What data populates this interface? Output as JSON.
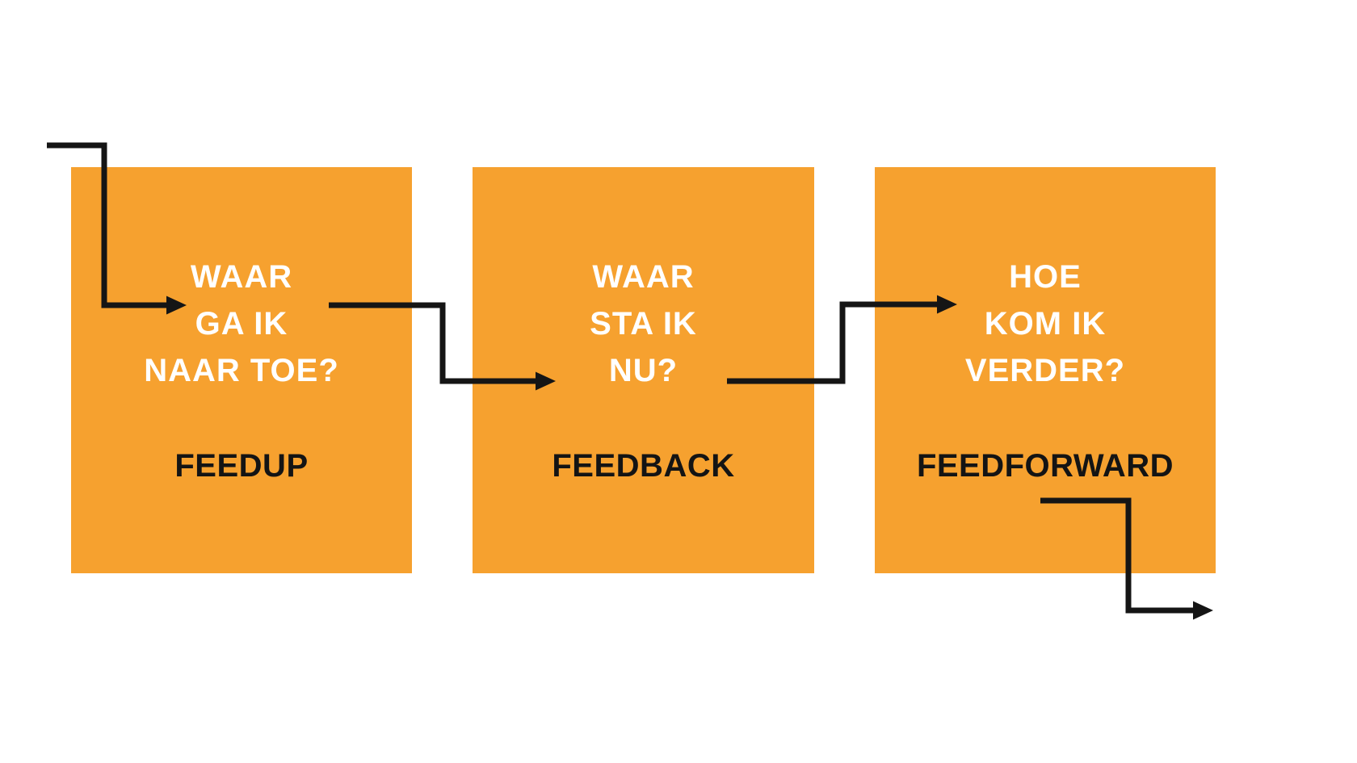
{
  "colors": {
    "background": "#ffffff",
    "box_fill": "#f6a12f",
    "question_text": "#ffffff",
    "label_text": "#141414",
    "arrow": "#151515"
  },
  "boxes": [
    {
      "id": "feedup",
      "question_lines": [
        "WAAR",
        "GA IK",
        "NAAR TOE?"
      ],
      "label": "FEEDUP"
    },
    {
      "id": "feedback",
      "question_lines": [
        "WAAR",
        "STA IK",
        "NU?"
      ],
      "label": "FEEDBACK"
    },
    {
      "id": "feedforward",
      "question_lines": [
        "HOE",
        "KOM IK",
        "VERDER?"
      ],
      "label": "FEEDFORWARD"
    }
  ],
  "arrows": [
    {
      "name": "entry-into-feedup"
    },
    {
      "name": "feedup-to-feedback"
    },
    {
      "name": "feedback-to-feedforward"
    },
    {
      "name": "feedforward-exit"
    }
  ]
}
